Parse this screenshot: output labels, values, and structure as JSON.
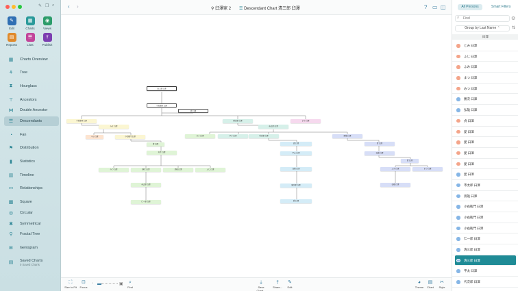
{
  "window": {
    "title": "臼澤家 2",
    "chart_title": "Descendant Chart 清三郎 臼澤"
  },
  "sidebar": {
    "tools": [
      {
        "label": "Edit",
        "icon": "pencil-icon",
        "color": "#2f6fb3"
      },
      {
        "label": "Charts",
        "icon": "charts-icon",
        "color": "#2a9a9a"
      },
      {
        "label": "Views",
        "icon": "eye-icon",
        "color": "#2c9c6a"
      },
      {
        "label": "Reports",
        "icon": "reports-icon",
        "color": "#e08a2b"
      },
      {
        "label": "Lists",
        "icon": "lists-icon",
        "color": "#c2459a"
      },
      {
        "label": "Publish",
        "icon": "publish-icon",
        "color": "#7c3fb0"
      }
    ],
    "nav": [
      {
        "label": "Charts Overview",
        "icon": "grid-icon"
      },
      {
        "label": "Tree",
        "icon": "tree-icon"
      },
      {
        "label": "Hourglass",
        "icon": "hourglass-icon"
      },
      {
        "label": "Ancestors",
        "icon": "ancestors-icon"
      },
      {
        "label": "Double Ancestor",
        "icon": "double-ancestor-icon"
      },
      {
        "label": "Descendants",
        "icon": "descendants-icon"
      },
      {
        "label": "Fan",
        "icon": "fan-icon"
      },
      {
        "label": "Distribution",
        "icon": "distribution-icon"
      },
      {
        "label": "Statistics",
        "icon": "statistics-icon"
      },
      {
        "label": "Timeline",
        "icon": "timeline-icon"
      },
      {
        "label": "Relationships",
        "icon": "relationships-icon"
      },
      {
        "label": "Square",
        "icon": "square-icon"
      },
      {
        "label": "Circular",
        "icon": "circular-icon"
      },
      {
        "label": "Symmetrical",
        "icon": "symmetrical-icon"
      },
      {
        "label": "Fractal Tree",
        "icon": "fractal-tree-icon"
      },
      {
        "label": "Genogram",
        "icon": "genogram-icon"
      },
      {
        "label": "Saved Charts",
        "icon": "saved-charts-icon",
        "sub": "0 Saved Charts"
      }
    ],
    "active_nav": "Descendants"
  },
  "bottombar": {
    "left": [
      {
        "label": "Size to Fit",
        "icon": "size-to-fit-icon"
      },
      {
        "label": "Focus",
        "icon": "focus-icon"
      },
      {
        "label": "Find",
        "icon": "find-icon"
      }
    ],
    "right": [
      {
        "label": "Save Chart...",
        "icon": "save-chart-icon"
      },
      {
        "label": "Share...",
        "icon": "share-icon"
      },
      {
        "label": "Edit",
        "icon": "edit-icon"
      },
      {
        "label": "Theme",
        "icon": "theme-icon"
      },
      {
        "label": "Chart",
        "icon": "chart-icon"
      },
      {
        "label": "Style",
        "icon": "style-icon"
      }
    ]
  },
  "right_panel": {
    "filter_all": "All Persons",
    "filter_smart": "Smart Filters",
    "search_placeholder": "Find",
    "group_by": "Group by Last Name",
    "group_header": "臼澤",
    "persons": [
      {
        "name": "とみ 臼澤",
        "color": "#f4a58a"
      },
      {
        "name": "ふじ 臼澤",
        "color": "#f4a58a"
      },
      {
        "name": "ふみ 臼澤",
        "color": "#f4a58a"
      },
      {
        "name": "まつ 臼澤",
        "color": "#f4a58a"
      },
      {
        "name": "みつ 臼澤",
        "color": "#f4a58a"
      },
      {
        "name": "勝次 臼澤",
        "color": "#86b6e6"
      },
      {
        "name": "弘雄 臼澤",
        "color": "#86b6e6"
      },
      {
        "name": "貞 臼澤",
        "color": "#f4a58a"
      },
      {
        "name": "愛 臼澤",
        "color": "#f4a58a"
      },
      {
        "name": "愛 臼澤",
        "color": "#f4a58a"
      },
      {
        "name": "愛 臼澤",
        "color": "#f4a58a"
      },
      {
        "name": "愛 臼澤",
        "color": "#f4a58a"
      },
      {
        "name": "愛 臼澤",
        "color": "#86b6e6"
      },
      {
        "name": "市太郎 臼澤",
        "color": "#86b6e6"
      },
      {
        "name": "男雄 臼澤",
        "color": "#86b6e6"
      },
      {
        "name": "小右衛門 臼澤",
        "color": "#86b6e6"
      },
      {
        "name": "小右衛門 臼澤",
        "color": "#86b6e6"
      },
      {
        "name": "小右衛門 臼澤",
        "color": "#86b6e6"
      },
      {
        "name": "仁一郎 臼澤",
        "color": "#86b6e6"
      },
      {
        "name": "清三郎 臼澤",
        "color": "#86b6e6"
      },
      {
        "name": "清三郎 臼澤",
        "color": "#86b6e6",
        "selected": true
      },
      {
        "name": "平太 臼澤",
        "color": "#86b6e6"
      },
      {
        "name": "代次郎 臼澤",
        "color": "#86b6e6"
      }
    ]
  },
  "chart_nodes": [
    {
      "id": "root",
      "label": "清三郎 臼澤",
      "color": "white"
    },
    {
      "id": "g1",
      "label": "小右衛門 臼澤",
      "color": "white"
    },
    {
      "id": "g1s",
      "label": "愛 臼澤",
      "color": "white"
    },
    {
      "id": "a1",
      "label": "小右衛門 臼澤",
      "color": "yellow"
    },
    {
      "id": "a2",
      "label": "勝次郎 臼澤",
      "color": "teal"
    },
    {
      "id": "a3",
      "label": "ひで 臼澤",
      "color": "pink"
    },
    {
      "id": "b1",
      "label": "みよ 臼澤",
      "color": "yellow"
    },
    {
      "id": "b2",
      "label": "市太郎 臼澤",
      "color": "teal"
    },
    {
      "id": "c1",
      "label": "ハル 臼澤",
      "color": "orange"
    },
    {
      "id": "c2",
      "label": "小右衛門 臼澤",
      "color": "yellow"
    },
    {
      "id": "c3",
      "label": "まさ 臼澤",
      "color": "green"
    },
    {
      "id": "c4",
      "label": "ゆみ 臼澤",
      "color": "teal"
    },
    {
      "id": "c5",
      "label": "代次郎 臼澤",
      "color": "teal"
    },
    {
      "id": "c6",
      "label": "勝雄 臼澤",
      "color": "indigo"
    },
    {
      "id": "d1",
      "label": "愛 臼澤",
      "color": "green"
    },
    {
      "id": "d2",
      "label": "芳子 臼澤",
      "color": "green"
    },
    {
      "id": "d3",
      "label": "清 臼澤",
      "color": "blue"
    },
    {
      "id": "d4",
      "label": "平太 臼澤",
      "color": "blue"
    },
    {
      "id": "d5",
      "label": "愛 臼澤",
      "color": "indigo"
    },
    {
      "id": "d6",
      "label": "弘雄 臼澤",
      "color": "indigo"
    },
    {
      "id": "d7",
      "label": "愛 臼澤",
      "color": "indigo"
    },
    {
      "id": "e1",
      "label": "みつ 臼澤",
      "color": "green"
    },
    {
      "id": "e2",
      "label": "勝次 臼澤",
      "color": "green"
    },
    {
      "id": "e3",
      "label": "男雄 臼澤",
      "color": "green"
    },
    {
      "id": "e4",
      "label": "ふじ 臼澤",
      "color": "green"
    },
    {
      "id": "e5",
      "label": "貞雄 臼澤",
      "color": "blue"
    },
    {
      "id": "e6",
      "label": "ふみ 臼澤",
      "color": "indigo"
    },
    {
      "id": "e7",
      "label": "まつ 臼澤",
      "color": "indigo"
    },
    {
      "id": "f1",
      "label": "市太郎 臼澤",
      "color": "green"
    },
    {
      "id": "f2",
      "label": "勝次郎 臼澤",
      "color": "blue"
    },
    {
      "id": "f3",
      "label": "弘雄 臼澤",
      "color": "indigo"
    },
    {
      "id": "g2",
      "label": "仁一郎 臼澤",
      "color": "green"
    },
    {
      "id": "g3",
      "label": "愛 臼澤",
      "color": "blue"
    }
  ]
}
